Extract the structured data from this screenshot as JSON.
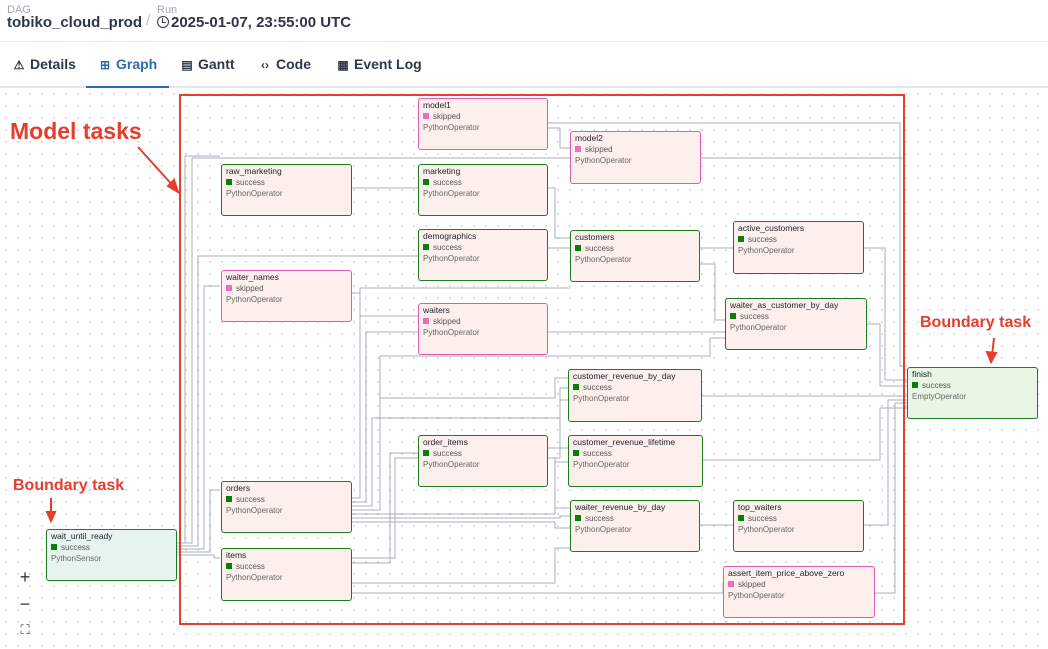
{
  "header": {
    "dag_label": "DAG",
    "dag_name": "tobiko_cloud_prod",
    "separator": "/",
    "run_label": "Run",
    "run_value": "2025-01-07, 23:55:00 UTC"
  },
  "tabs": [
    {
      "label": "Details",
      "icon": "warning-icon"
    },
    {
      "label": "Graph",
      "icon": "graph-icon",
      "active": true
    },
    {
      "label": "Gantt",
      "icon": "gantt-icon"
    },
    {
      "label": "Code",
      "icon": "code-icon"
    },
    {
      "label": "Event Log",
      "icon": "event-log-icon"
    }
  ],
  "annotations": {
    "model_tasks": "Model tasks",
    "boundary_right": "Boundary task",
    "boundary_left": "Boundary task"
  },
  "colors": {
    "success": "#0a7d0a",
    "skipped": "#f06bbf",
    "annotation": "#e53e2e",
    "active_tab": "#2b6cb0"
  },
  "nodes": {
    "model1": {
      "name": "model1",
      "state": "skipped",
      "operator": "PythonOperator"
    },
    "model2": {
      "name": "model2",
      "state": "skipped",
      "operator": "PythonOperator"
    },
    "raw_marketing": {
      "name": "raw_marketing",
      "state": "success",
      "operator": "PythonOperator"
    },
    "marketing": {
      "name": "marketing",
      "state": "success",
      "operator": "PythonOperator"
    },
    "demographics": {
      "name": "demographics",
      "state": "success",
      "operator": "PythonOperator"
    },
    "customers": {
      "name": "customers",
      "state": "success",
      "operator": "PythonOperator"
    },
    "active_customers": {
      "name": "active_customers",
      "state": "success",
      "operator": "PythonOperator"
    },
    "waiter_names": {
      "name": "waiter_names",
      "state": "skipped",
      "operator": "PythonOperator"
    },
    "waiters": {
      "name": "waiters",
      "state": "skipped",
      "operator": "PythonOperator"
    },
    "waiter_as_customer_by_day": {
      "name": "waiter_as_customer_by_day",
      "state": "success",
      "operator": "PythonOperator"
    },
    "customer_revenue_by_day": {
      "name": "customer_revenue_by_day",
      "state": "success",
      "operator": "PythonOperator"
    },
    "finish": {
      "name": "finish",
      "state": "success",
      "operator": "EmptyOperator"
    },
    "order_items": {
      "name": "order_items",
      "state": "success",
      "operator": "PythonOperator"
    },
    "customer_revenue_lifetime": {
      "name": "customer_revenue_lifetime",
      "state": "success",
      "operator": "PythonOperator"
    },
    "orders": {
      "name": "orders",
      "state": "success",
      "operator": "PythonOperator"
    },
    "waiter_revenue_by_day": {
      "name": "waiter_revenue_by_day",
      "state": "success",
      "operator": "PythonOperator"
    },
    "top_waiters": {
      "name": "top_waiters",
      "state": "success",
      "operator": "PythonOperator"
    },
    "wait_until_ready": {
      "name": "wait_until_ready",
      "state": "success",
      "operator": "PythonSensor"
    },
    "items": {
      "name": "items",
      "state": "success",
      "operator": "PythonOperator"
    },
    "assert_item_price_above_zero": {
      "name": "assert_item_price_above_zero",
      "state": "skipped",
      "operator": "PythonOperator"
    }
  },
  "controls": {
    "zoom_in": "+",
    "zoom_out": "−",
    "fit": "⛶"
  }
}
